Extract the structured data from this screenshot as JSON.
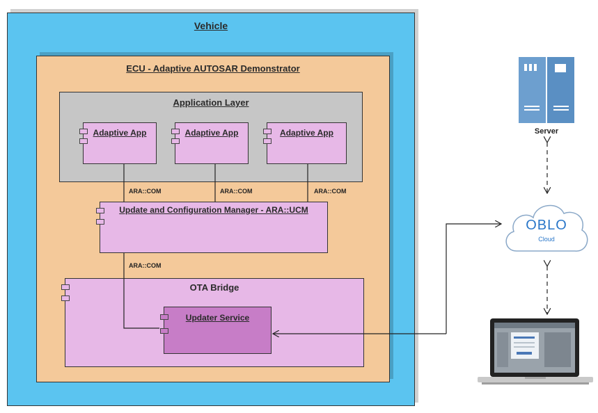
{
  "vehicle": {
    "title": "Vehicle"
  },
  "ecu": {
    "title": "ECU - Adaptive AUTOSAR Demonstrator"
  },
  "application_layer": {
    "title": "Application Layer",
    "apps": [
      {
        "label": "Adaptive App"
      },
      {
        "label": "Adaptive App"
      },
      {
        "label": "Adaptive App"
      }
    ]
  },
  "connectors": {
    "ara_com_1": "ARA::COM",
    "ara_com_2": "ARA::COM",
    "ara_com_3": "ARA::COM",
    "ara_com_4": "ARA::COM"
  },
  "ucm": {
    "label": "Update and Configuration Manager - ARA::UCM"
  },
  "ota_bridge": {
    "title": "OTA Bridge"
  },
  "updater_service": {
    "label": "Updater Service"
  },
  "server": {
    "label": "Server"
  },
  "cloud": {
    "logo": "OBLO",
    "sub": "Cloud"
  },
  "colors": {
    "vehicle": "#5bc4f0",
    "ecu": "#f4c99a",
    "app_layer": "#c6c6c6",
    "component": "#e7b8e7",
    "updater": "#c77dc7",
    "server": "#6d9fcf",
    "cloud_text": "#2a77c9"
  }
}
